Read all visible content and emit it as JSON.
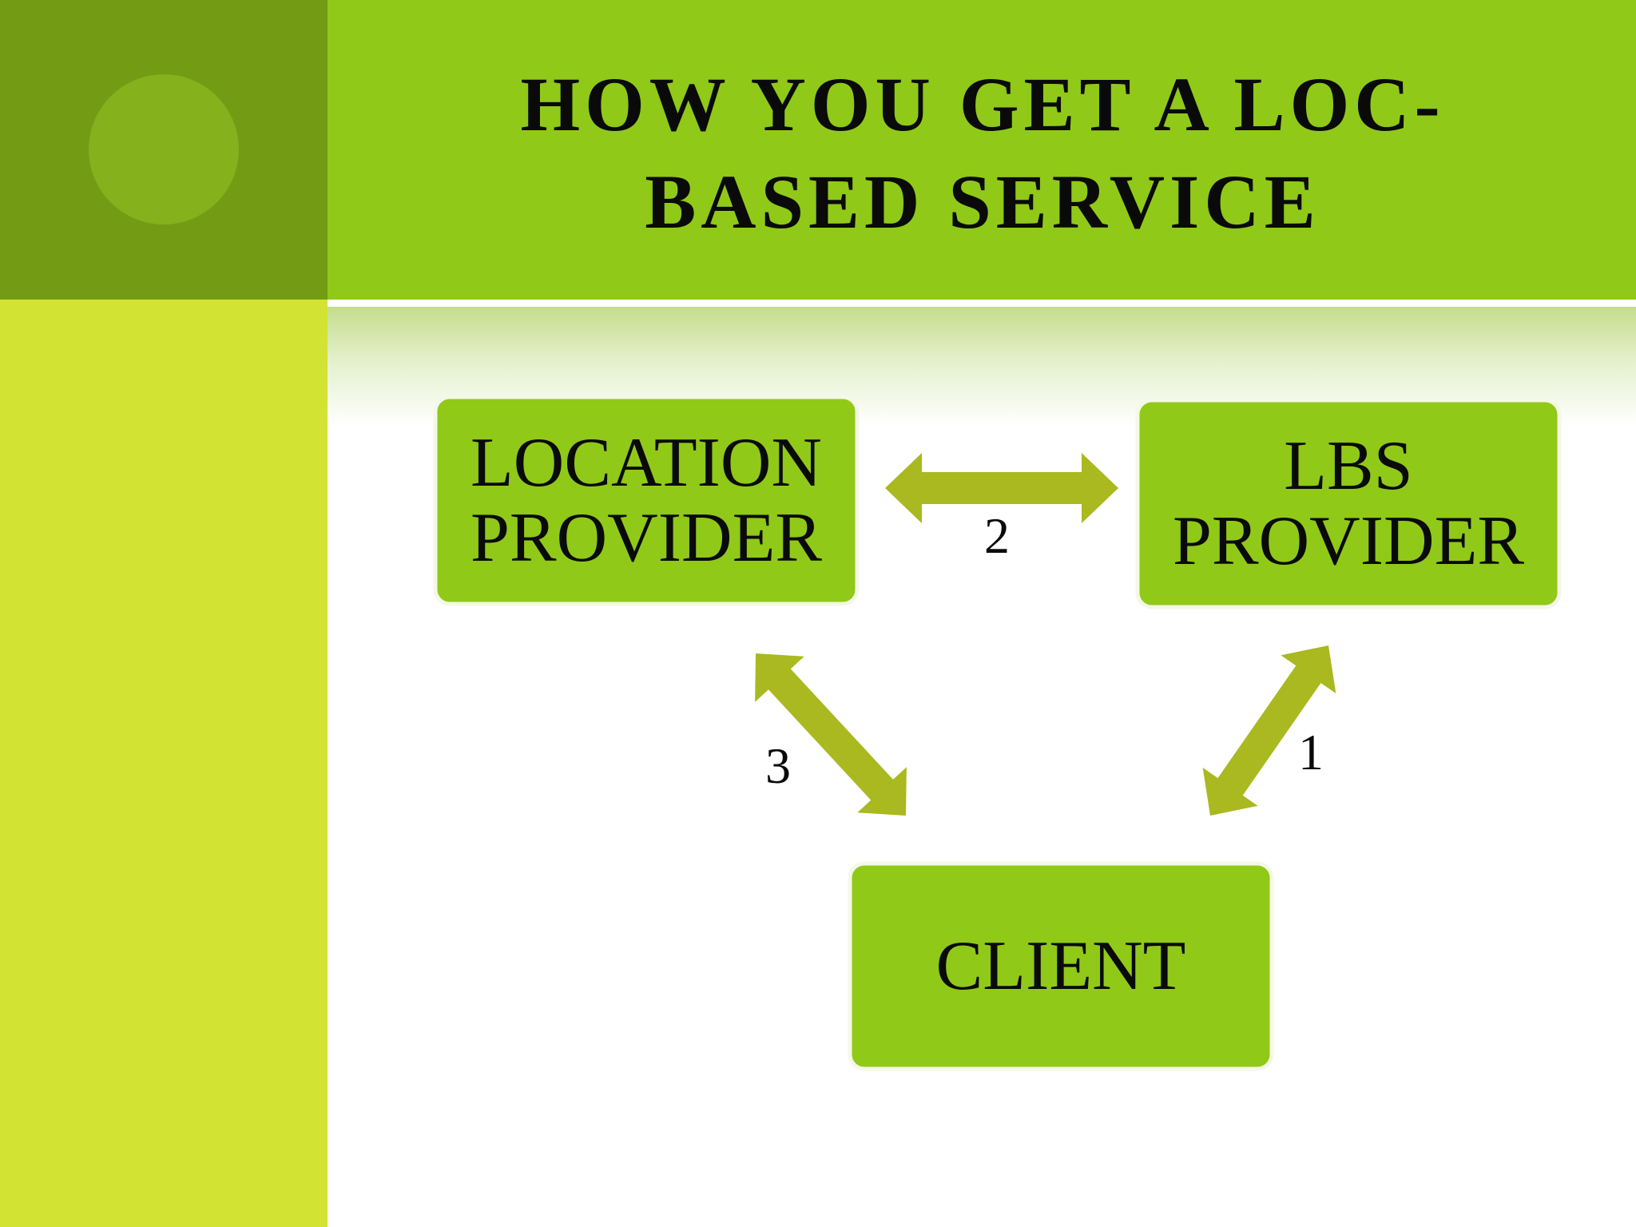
{
  "slide": {
    "title": "HOW YOU GET A LOC-BASED SERVICE",
    "title_lines": [
      "HOW YOU GET A LOC-",
      "BASED SERVICE"
    ]
  },
  "diagram": {
    "nodes": {
      "location_provider": [
        "LOCATION",
        "PROVIDER"
      ],
      "lbs_provider": [
        "LBS",
        "PROVIDER"
      ],
      "client": [
        "CLIENT"
      ]
    },
    "arrow_labels": {
      "location_lbs": "2",
      "client_lbs": "1",
      "location_client": "3"
    },
    "arrows": [
      {
        "between": [
          "LOCATION PROVIDER",
          "LBS PROVIDER"
        ],
        "label": "2",
        "direction": "bidirectional"
      },
      {
        "between": [
          "LBS PROVIDER",
          "CLIENT"
        ],
        "label": "1",
        "direction": "bidirectional"
      },
      {
        "between": [
          "LOCATION PROVIDER",
          "CLIENT"
        ],
        "label": "3",
        "direction": "bidirectional"
      }
    ]
  },
  "colors": {
    "title_band": "#90c918",
    "corner_block": "#739b14",
    "side_bar": "#d3e333",
    "node_fill": "#90c918",
    "arrow_fill": "#a9b91f",
    "text": "#0a0a0a"
  }
}
